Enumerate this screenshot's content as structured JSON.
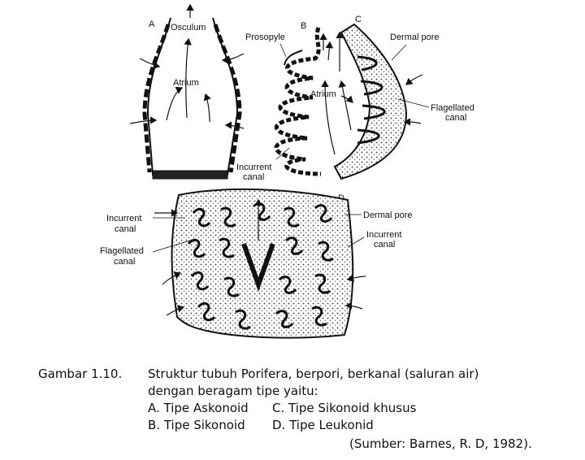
{
  "figure": {
    "letters": {
      "a": "A",
      "b": "B",
      "c": "C",
      "d": "D"
    },
    "labels": {
      "osculum": "Osculum",
      "atrium_a": "Atrium",
      "prosopyle": "Prosopyle",
      "atrium_b": "Atrium",
      "dermal_pore_c": "Dermal pore",
      "flagellated_canal_c_1": "Flagellated",
      "flagellated_canal_c_2": "canal",
      "incurrent_canal_b_1": "Incurrent",
      "incurrent_canal_b_2": "canal",
      "incurrent_canal_d_left_1": "Incurrent",
      "incurrent_canal_d_left_2": "canal",
      "flagellated_canal_d_1": "Flagellated",
      "flagellated_canal_d_2": "canal",
      "dermal_pore_d": "Dermal pore",
      "incurrent_canal_d_right_1": "Incurrent",
      "incurrent_canal_d_right_2": "canal"
    }
  },
  "caption": {
    "number": "Gambar 1.10.",
    "line1": "Struktur tubuh Porifera, berpori, berkanal (saluran air)",
    "line2": "dengan beragam tipe yaitu:",
    "option_a": "A. Tipe Askonoid",
    "option_c": "C. Tipe Sikonoid khusus",
    "option_b": "B. Tipe Sikonoid",
    "option_d": "D. Tipe Leukonid",
    "source": "(Sumber: Barnes, R. D, 1982)."
  }
}
